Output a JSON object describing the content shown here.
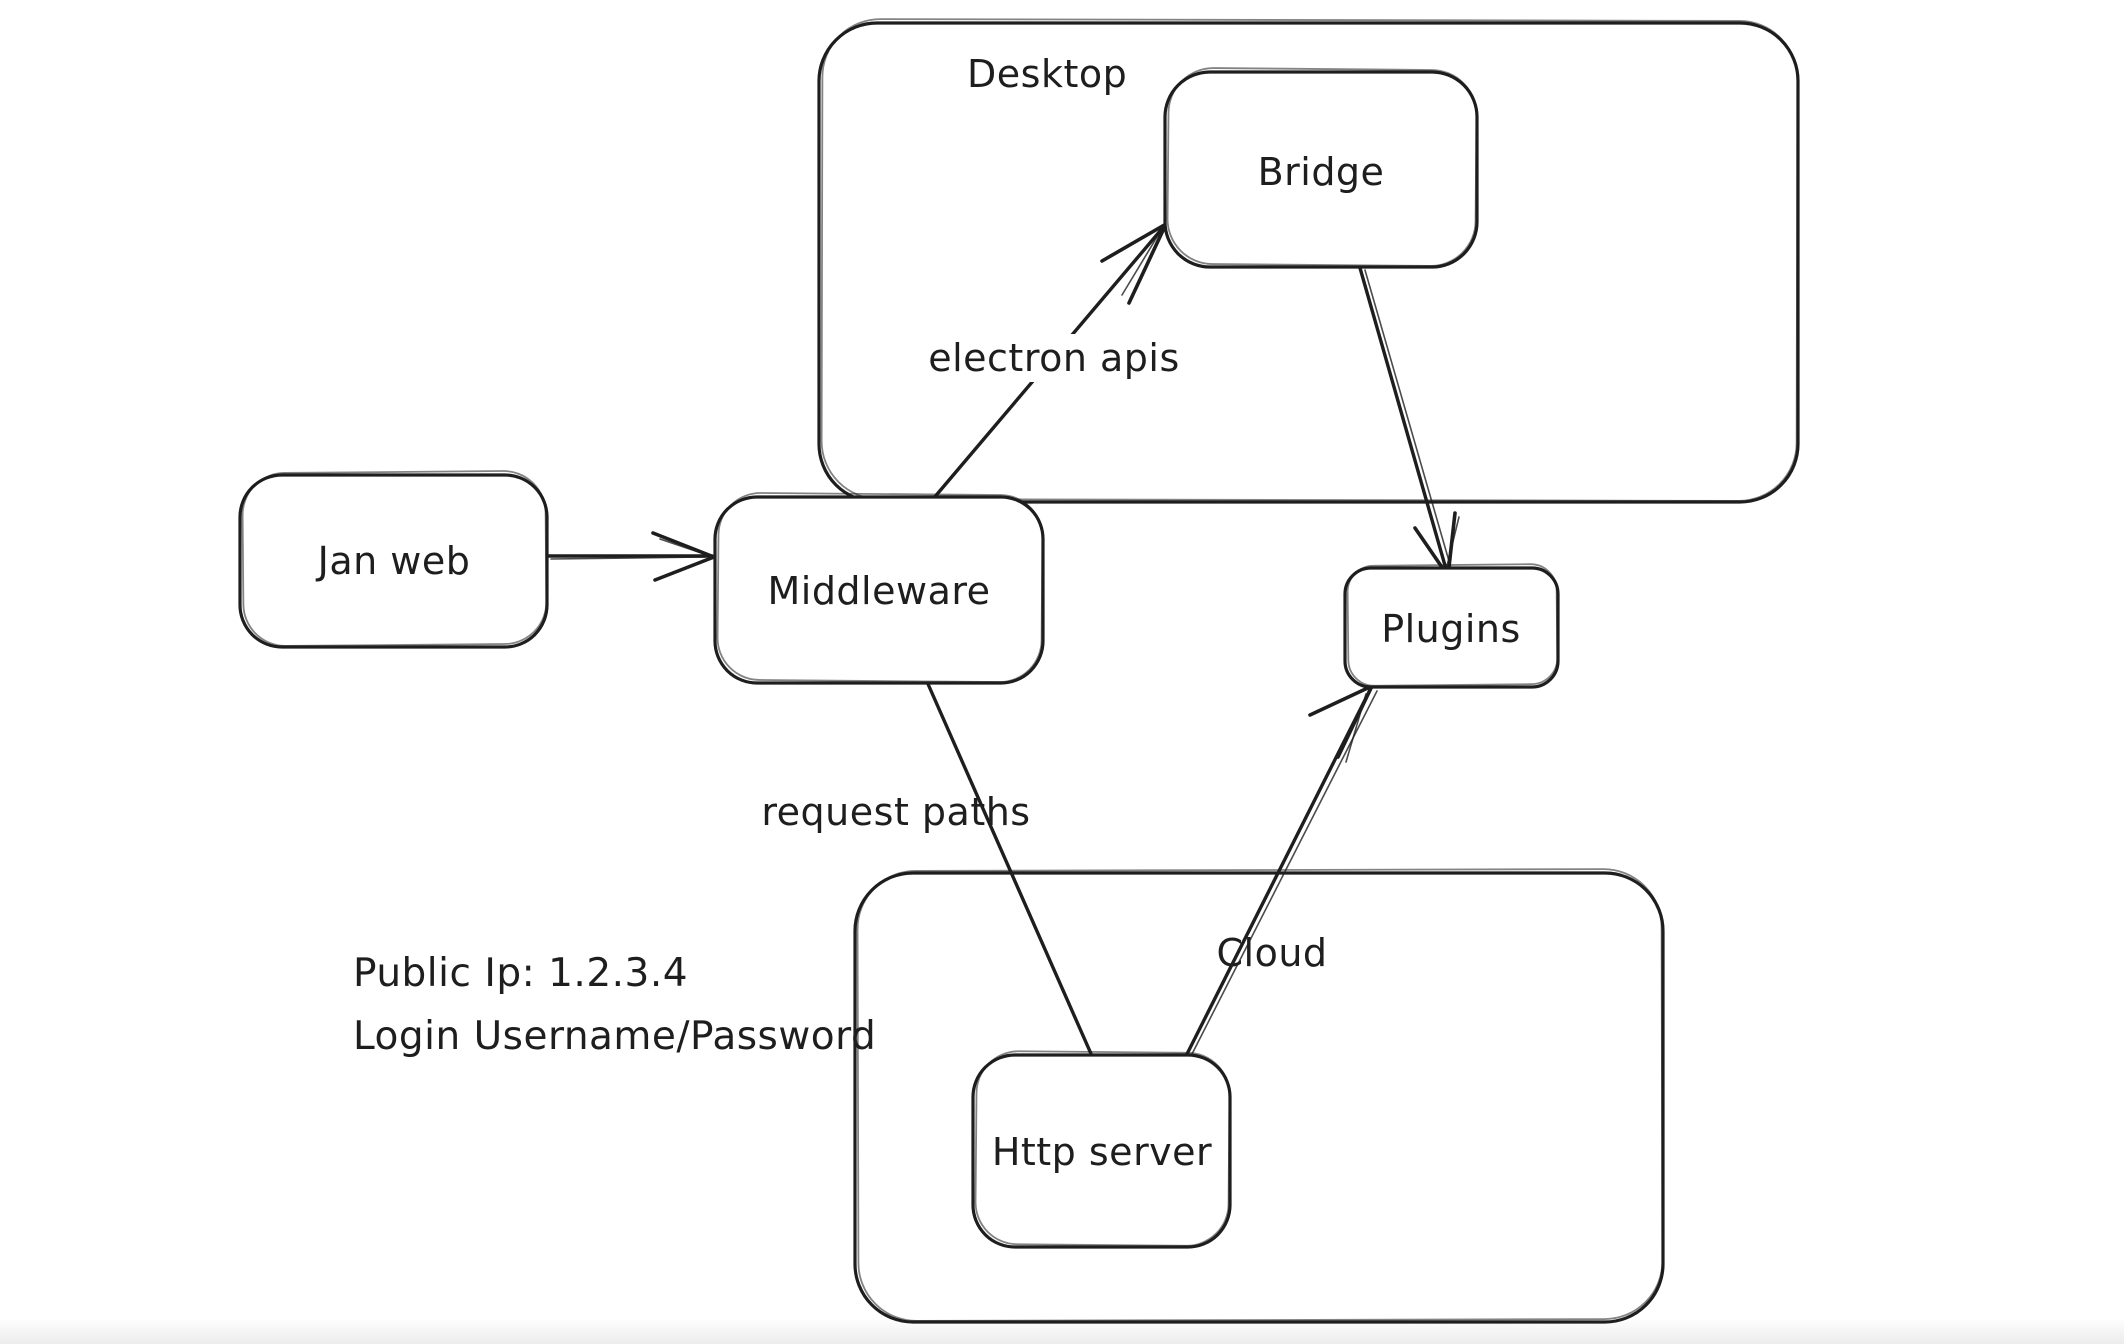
{
  "canvas": {
    "background": "#ffffff",
    "stroke_color": "#1e1e1e",
    "style": "hand-drawn sketch diagram"
  },
  "containers": [
    {
      "id": "desktop",
      "label": "Desktop"
    },
    {
      "id": "cloud",
      "label": "Cloud"
    }
  ],
  "nodes": [
    {
      "id": "jan-web",
      "label": "Jan web"
    },
    {
      "id": "middleware",
      "label": "Middleware"
    },
    {
      "id": "bridge",
      "label": "Bridge"
    },
    {
      "id": "plugins",
      "label": "Plugins"
    },
    {
      "id": "http-server",
      "label": "Http server"
    }
  ],
  "edges": [
    {
      "from": "jan-web",
      "to": "middleware",
      "label": "",
      "arrowhead": "at-middleware"
    },
    {
      "from": "middleware",
      "to": "bridge",
      "label": "electron apis",
      "arrowhead": "at-bridge"
    },
    {
      "from": "bridge",
      "to": "plugins",
      "label": "",
      "arrowhead": "at-plugins"
    },
    {
      "from": "middleware",
      "to": "http-server",
      "label": "request paths",
      "arrowhead": "none"
    },
    {
      "from": "http-server",
      "to": "plugins",
      "label": "",
      "arrowhead": "at-plugins"
    }
  ],
  "annotation": {
    "line1": "Public Ip: 1.2.3.4",
    "line2": "Login Username/Password"
  }
}
